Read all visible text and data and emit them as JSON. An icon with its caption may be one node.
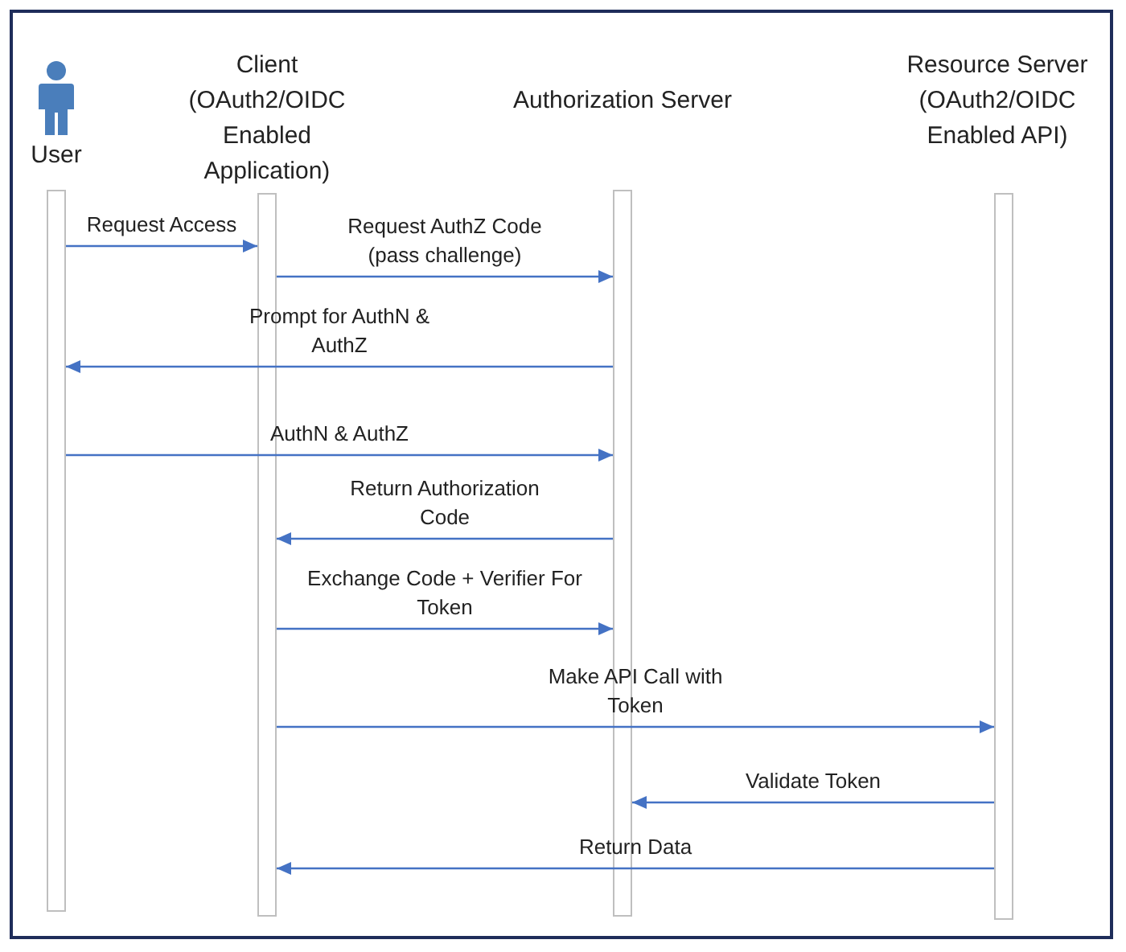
{
  "diagram": {
    "nodes": [
      {
        "text": [
          "User"
        ]
      },
      {
        "text": [
          "Client (OAuth2/OIDC Enabled Application)"
        ]
      },
      {
        "text": [
          "Authorization Server"
        ]
      },
      {
        "text": [
          "Resource Server (OAuth2/OIDC Enabled API)"
        ]
      }
    ],
    "edges": [
      {
        "from": 0,
        "to": 1,
        "arrow": "to",
        "label": "Request Access"
      },
      {
        "from": 1,
        "to": 2,
        "arrow": "to",
        "label": "Request AuthZ Code (pass challenge)"
      },
      {
        "from": 2,
        "to": 0,
        "arrow": "to",
        "label": "Prompt for AuthN & AuthZ"
      },
      {
        "from": 0,
        "to": 2,
        "arrow": "to",
        "label": "AuthN & AuthZ"
      },
      {
        "from": 2,
        "to": 1,
        "arrow": "to",
        "label": "Return Authorization Code"
      },
      {
        "from": 1,
        "to": 2,
        "arrow": "to",
        "label": "Exchange Code + Verifier For Token"
      },
      {
        "from": 1,
        "to": 3,
        "arrow": "to",
        "label": "Make API Call with Token"
      },
      {
        "from": 3,
        "to": 2,
        "arrow": "to",
        "label": "Validate Token"
      },
      {
        "from": 3,
        "to": 1,
        "arrow": "to",
        "label": "Return Data"
      }
    ]
  }
}
